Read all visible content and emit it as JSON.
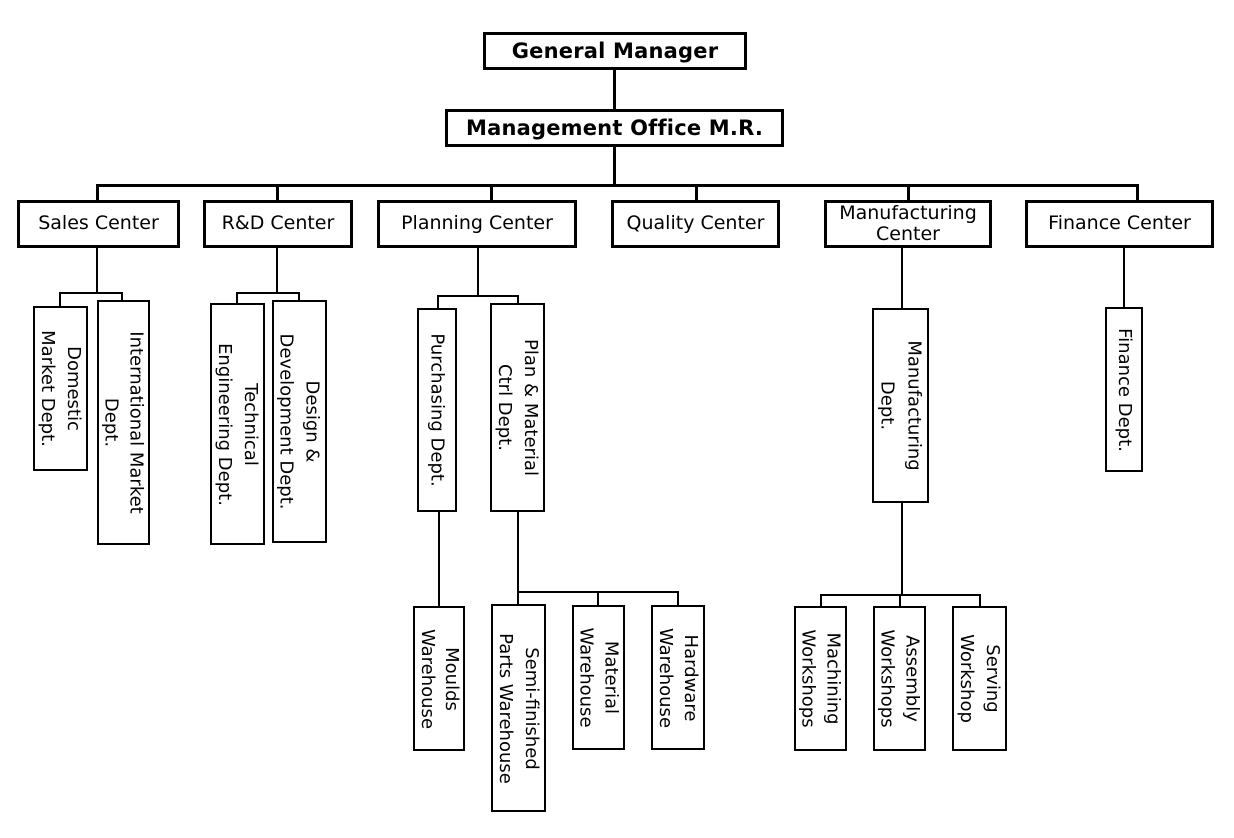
{
  "diagram": {
    "title_node": "General Manager",
    "second_node": "Management Office M.R.",
    "centers": [
      "Sales Center",
      "R&D Center",
      "Planning Center",
      "Quality Center",
      "Manufacturing\nCenter",
      "Finance Center"
    ],
    "departments": {
      "domestic_market": "Domestic\nMarket Dept.",
      "international_market": "International Market\nDept.",
      "technical_engineering": "Technical\nEngineering Dept.",
      "design_development": "Design &\nDevelopment Dept.",
      "purchasing": "Purchasing Dept.",
      "plan_material_ctrl": "Plan & Material\nCtrl Dept.",
      "manufacturing": "Manufacturing\nDept.",
      "finance": "Finance Dept."
    },
    "warehouses": {
      "moulds": "Moulds\nWarehouse",
      "semi_finished": "Semi-finished\nParts Warehouse",
      "material": "Material\nWarehouse",
      "hardware": "Hardware\nWarehouse"
    },
    "workshops": {
      "machining": "Machining\nWorkshops",
      "assembly": "Assembly\nWorkshops",
      "serving": "Serving\nWorkshop"
    },
    "colors": {
      "line": "#000000",
      "box_fill": "#ffffff",
      "text": "#000000"
    }
  }
}
